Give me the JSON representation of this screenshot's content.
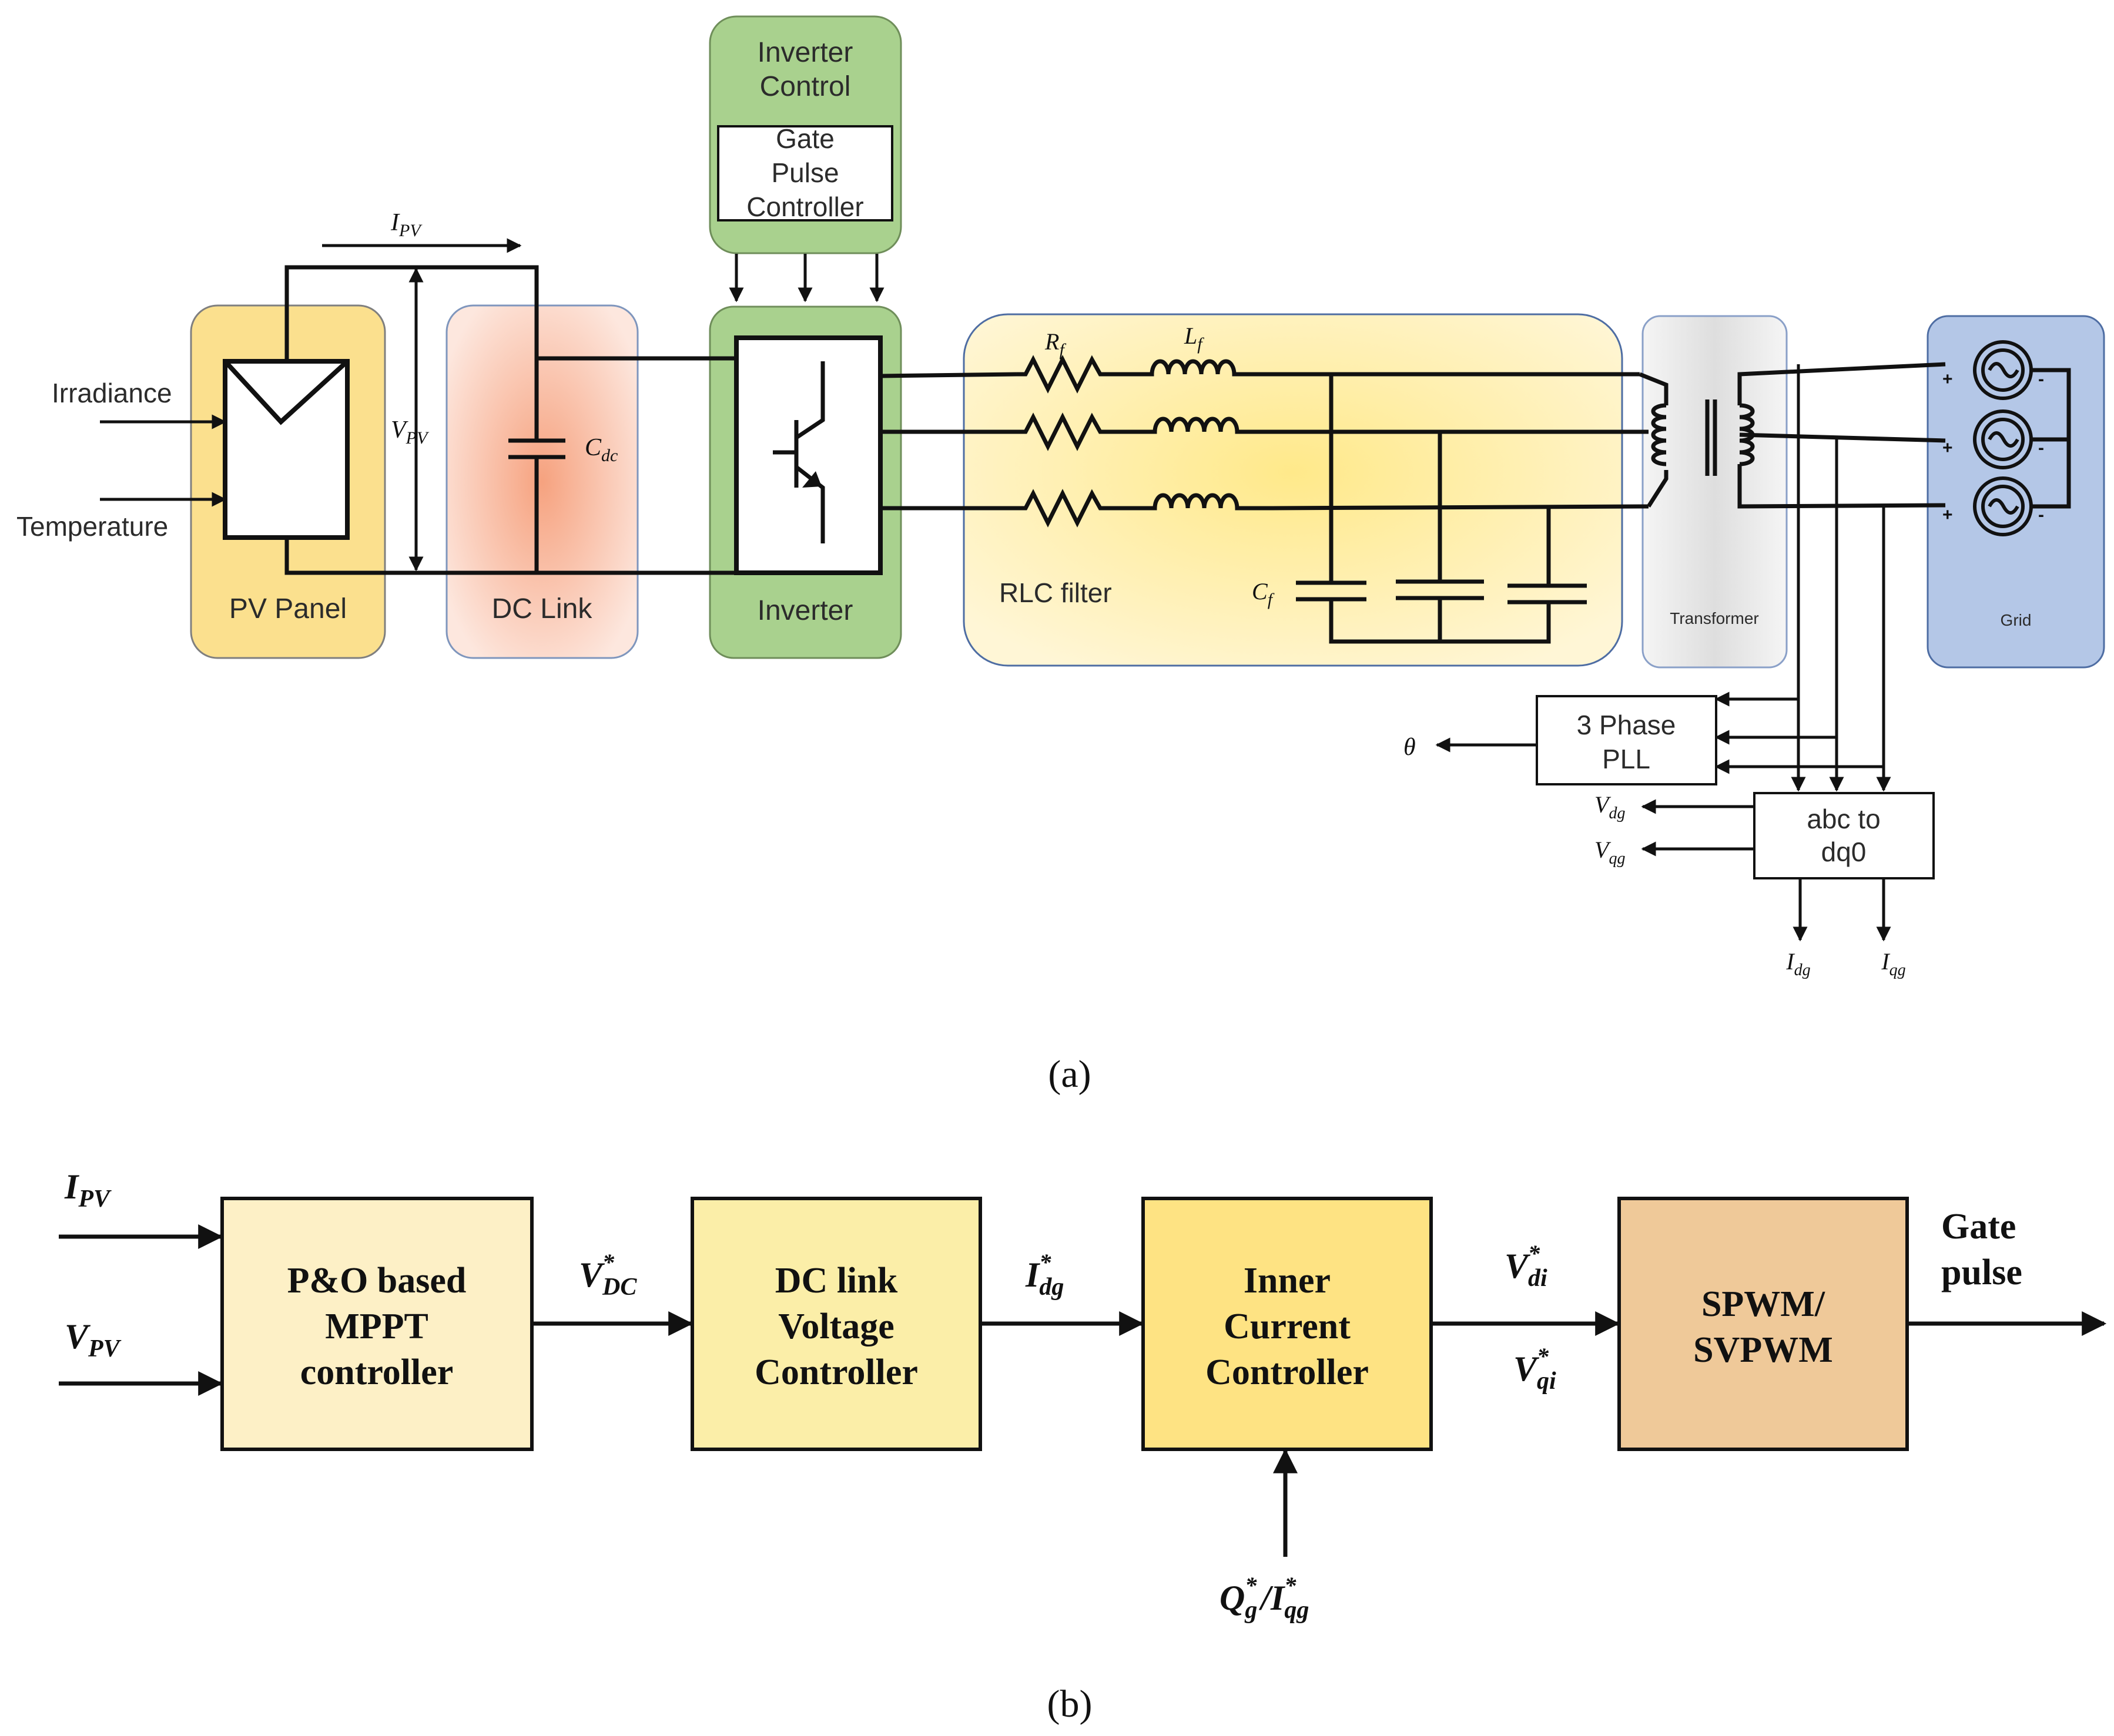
{
  "part_a": {
    "caption": "(a)",
    "inputs": {
      "irradiance": "Irradiance",
      "temperature": "Temperature"
    },
    "pv_panel": {
      "label": "PV Panel",
      "color": "#fbe08e"
    },
    "dc_link": {
      "label": "DC Link",
      "capacitor": "C",
      "capacitor_sub": "dc",
      "color": "#f8c8b4"
    },
    "inverter": {
      "label": "Inverter",
      "color": "#a9d18e"
    },
    "inverter_control": {
      "title_line1": "Inverter",
      "title_line2": "Control",
      "gate_line1": "Gate",
      "gate_line2": "Pulse",
      "gate_line3": "Controller",
      "color": "#a9d18e"
    },
    "rlc_filter": {
      "label": "RLC filter",
      "r": "R",
      "r_sub": "f",
      "l": "L",
      "l_sub": "f",
      "c": "C",
      "c_sub": "f",
      "color": "#fff2b8"
    },
    "transformer": {
      "label": "Transformer",
      "color": "#e6e6e6"
    },
    "grid": {
      "label": "Grid",
      "color": "#b4c7e7"
    },
    "measurements": {
      "ipv": "I",
      "ipv_sub": "PV",
      "vpv": "V",
      "vpv_sub": "PV"
    },
    "pll": {
      "line1": "3 Phase",
      "line2": "PLL",
      "output": "θ"
    },
    "abc_dq0": {
      "line1": "abc to",
      "line2": "dq0"
    },
    "outputs": {
      "vdg": "V",
      "vdg_sub": "dg",
      "vqg": "V",
      "vqg_sub": "qg",
      "idg": "I",
      "idg_sub": "dg",
      "iqg": "I",
      "iqg_sub": "qg"
    }
  },
  "part_b": {
    "caption": "(b)",
    "inputs": {
      "ipv": "I",
      "ipv_sub": "PV",
      "vpv": "V",
      "vpv_sub": "PV"
    },
    "blocks": [
      {
        "line1": "P&O based",
        "line2": "MPPT",
        "line3": "controller",
        "color": "#fdf0c6"
      },
      {
        "line1": "DC link",
        "line2": "Voltage",
        "line3": "Controller",
        "color": "#fbeea8"
      },
      {
        "line1": "Inner",
        "line2": "Current",
        "line3": "Controller",
        "color": "#fee383"
      },
      {
        "line1": "SPWM/",
        "line2": "SVPWM",
        "color": "#efc999"
      }
    ],
    "signals": {
      "vdc": "V",
      "vdc_sub": "DC",
      "idg": "I",
      "idg_sub": "dg",
      "vdi": "V",
      "vdi_sub": "di",
      "vqi": "V",
      "vqi_sub": "qi",
      "qg": "Q",
      "qg_sub": "g",
      "slash": "/",
      "iqg": "I",
      "iqg_sub": "qg",
      "star": "*"
    },
    "output": {
      "line1": "Gate",
      "line2": "pulse"
    }
  }
}
